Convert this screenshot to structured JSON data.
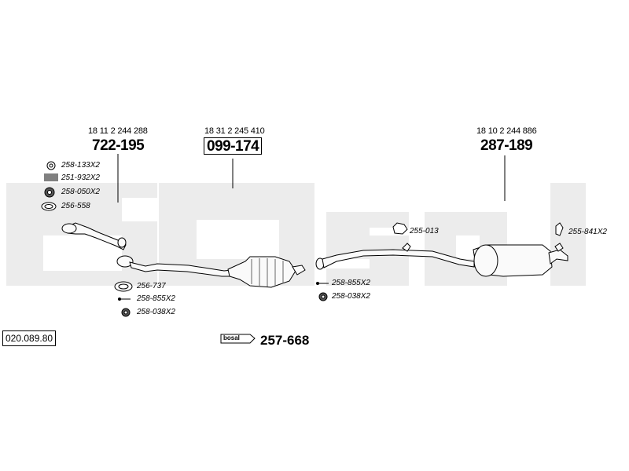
{
  "diagram": {
    "reference_number": "020.089.80",
    "brand_watermark": "bosal",
    "sections": [
      {
        "oe_number": "18 11 2 244 288",
        "part_number": "722-195"
      },
      {
        "oe_number": "18 31 2 245 410",
        "part_number": "099-174"
      },
      {
        "oe_number": "18 10 2 244 886",
        "part_number": "287-189"
      }
    ],
    "hardware": {
      "front_top": [
        "258-133X2",
        "251-932X2",
        "258-050X2",
        "256-558"
      ],
      "front_bottom": [
        "256-737",
        "258-855X2",
        "258-038X2"
      ],
      "middle": [
        "258-855X2",
        "258-038X2"
      ],
      "hanger_mid": "255-013",
      "hanger_rear": "255-841X2"
    },
    "mounting_kit": {
      "logo_text": "bosal",
      "part_number": "257-668"
    }
  }
}
